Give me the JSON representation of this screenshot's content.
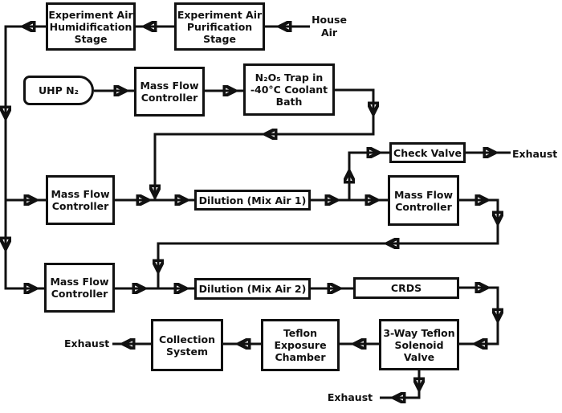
{
  "diagram": {
    "colors": {
      "background": "#ffffff",
      "line": "#111111",
      "text": "#111111"
    },
    "nodes": {
      "humidification": {
        "label": "Experiment Air\nHumidification\nStage"
      },
      "purification": {
        "label": "Experiment Air\nPurification\nStage"
      },
      "uhp_n2": {
        "label": "UHP N₂"
      },
      "mfc_top": {
        "label": "Mass Flow\nController"
      },
      "n2o5_trap": {
        "label": "N₂O₅ Trap in\n-40°C Coolant\nBath"
      },
      "check_valve": {
        "label": "Check Valve"
      },
      "mfc_mid_left": {
        "label": "Mass Flow\nController"
      },
      "dilution_1": {
        "label": "Dilution (Mix Air 1)"
      },
      "mfc_mid_right": {
        "label": "Mass Flow\nController"
      },
      "mfc_low_left": {
        "label": "Mass Flow\nController"
      },
      "dilution_2": {
        "label": "Dilution (Mix Air 2)"
      },
      "crds": {
        "label": "CRDS"
      },
      "solenoid_valve": {
        "label": "3-Way Teflon\nSolenoid\nValve"
      },
      "teflon_chamber": {
        "label": "Teflon\nExposure\nChamber"
      },
      "collection_system": {
        "label": "Collection\nSystem"
      }
    },
    "labels": {
      "house_air": "House\nAir",
      "exhaust_top": "Exhaust",
      "exhaust_left": "Exhaust",
      "exhaust_bottom": "Exhaust"
    }
  }
}
